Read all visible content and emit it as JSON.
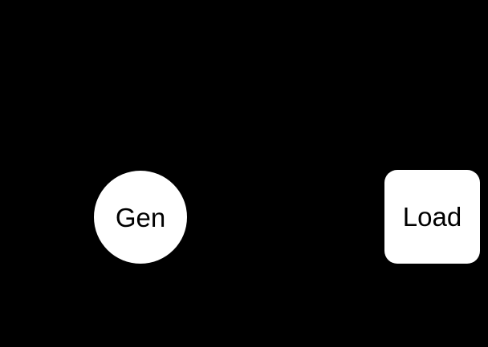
{
  "diagram": {
    "background_color": "#000000",
    "nodes": [
      {
        "id": "gen",
        "label": "Gen",
        "shape": "circle",
        "fill_color": "#ffffff",
        "text_color": "#000000"
      },
      {
        "id": "load",
        "label": "Load",
        "shape": "rounded-rectangle",
        "fill_color": "#ffffff",
        "text_color": "#000000"
      }
    ]
  }
}
